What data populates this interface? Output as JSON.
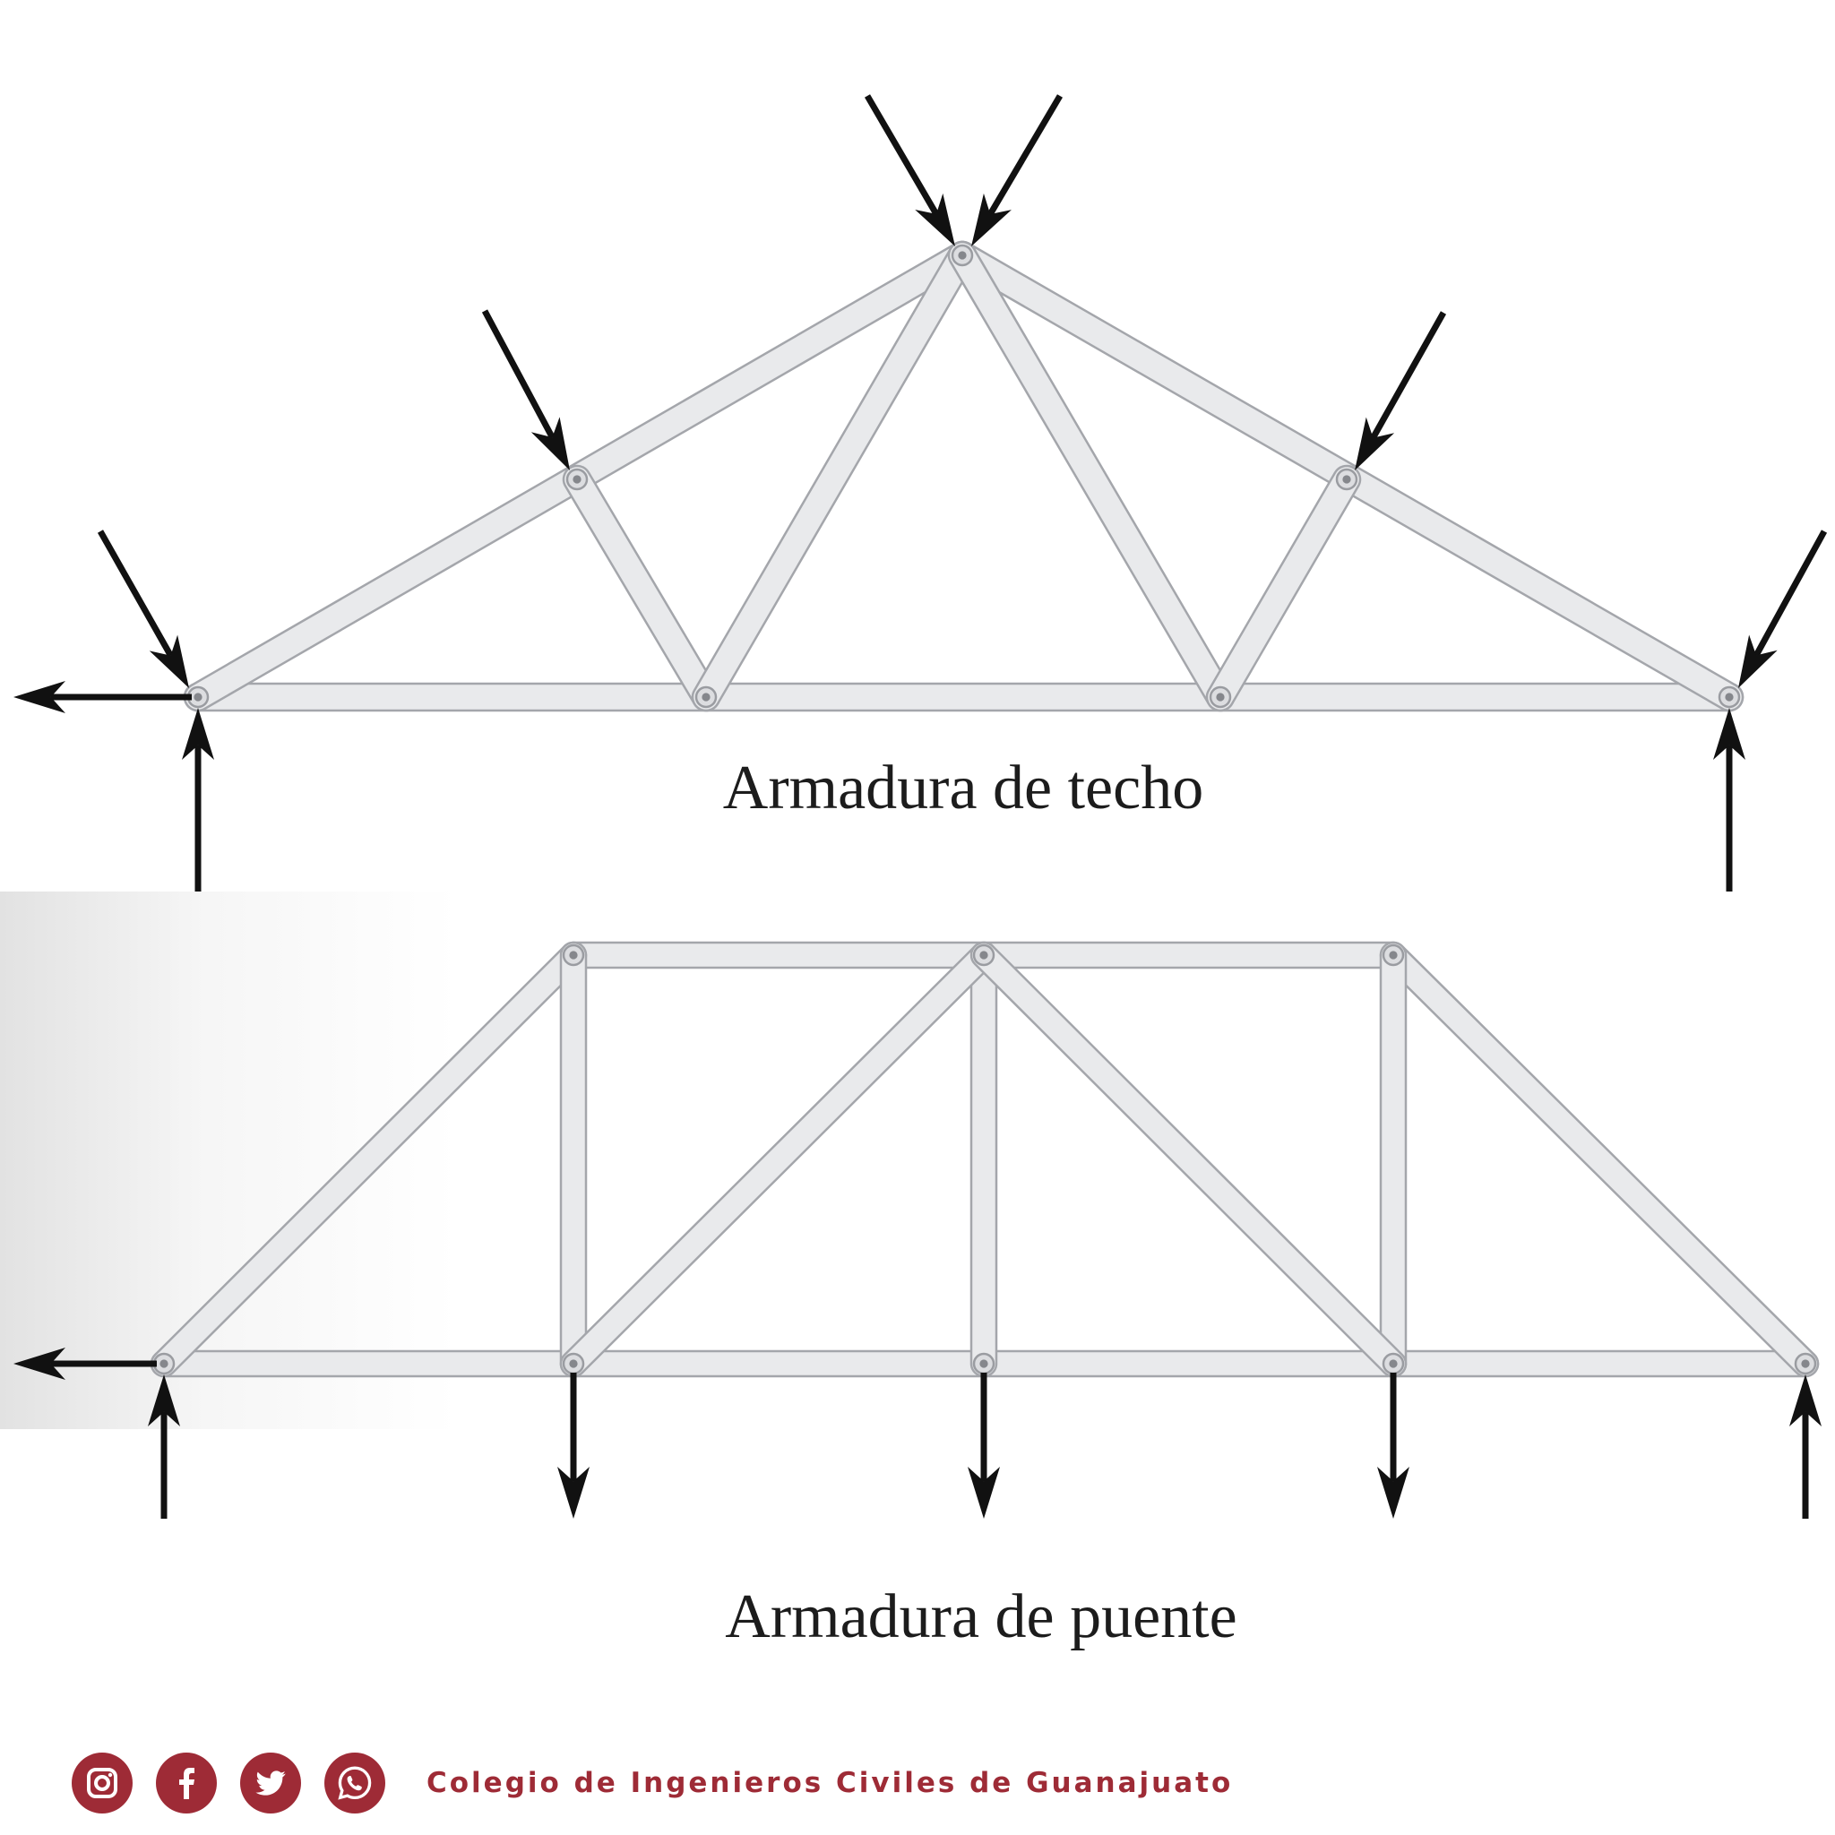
{
  "captions": {
    "roof_truss": "Armadura de techo",
    "bridge_truss": "Armadura de puente"
  },
  "footer": {
    "organization": "Colegio de Ingenieros Civiles de Guanajuato",
    "social_icons": [
      "instagram-icon",
      "facebook-icon",
      "twitter-icon",
      "whatsapp-icon"
    ],
    "brand_color": "#9e2b36"
  },
  "colors": {
    "member_fill": "#e9eaec",
    "member_outline": "#a4a6ab",
    "arrow": "#111111"
  }
}
